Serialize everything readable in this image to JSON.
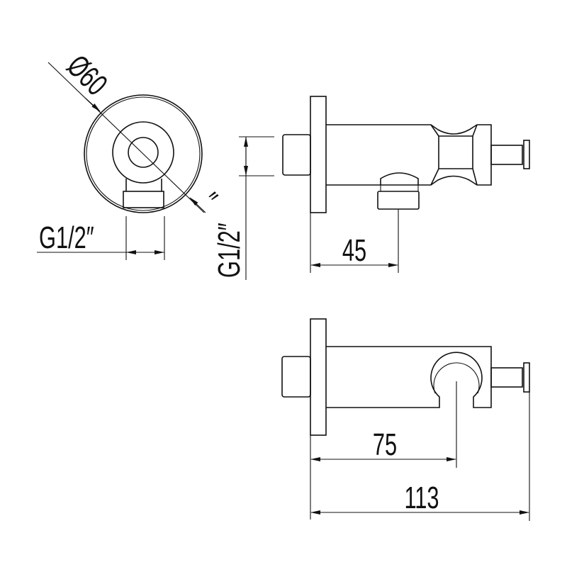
{
  "dimensions": {
    "diameter": "Ø60",
    "thread_front": "G1/2″",
    "thread_side": "G1/2″",
    "outlet_offset": "45",
    "holder_offset": "75",
    "total_depth": "113"
  },
  "colors": {
    "line": "#111111",
    "background": "#ffffff"
  }
}
